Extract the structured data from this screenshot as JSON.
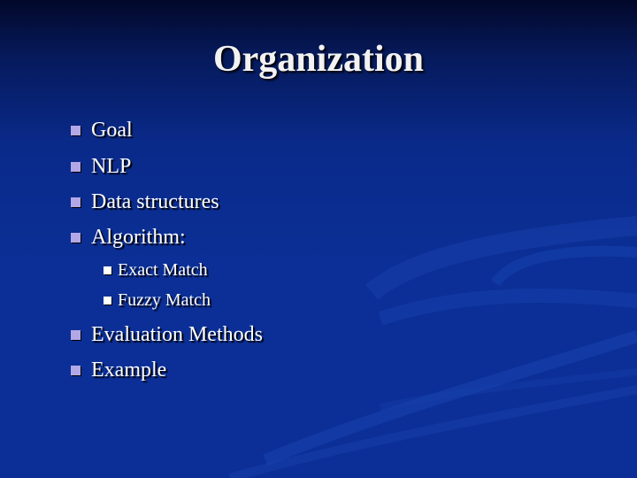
{
  "slide": {
    "title": "Organization",
    "bullets": [
      {
        "text": "Goal",
        "level": 1
      },
      {
        "text": "NLP",
        "level": 1
      },
      {
        "text": "Data structures",
        "level": 1
      },
      {
        "text": "Algorithm:",
        "level": 1
      },
      {
        "text": "Exact Match",
        "level": 2
      },
      {
        "text": "Fuzzy Match",
        "level": 2
      },
      {
        "text": "Evaluation Methods",
        "level": 1
      },
      {
        "text": "Example",
        "level": 1
      }
    ]
  },
  "colors": {
    "background": "#0b2f96",
    "background_top": "#02082a",
    "title_text": "#f2f2f2",
    "bullet_text": "#ffffff",
    "level1_marker": "#b3a8e6",
    "level2_marker": "#ffffff"
  }
}
